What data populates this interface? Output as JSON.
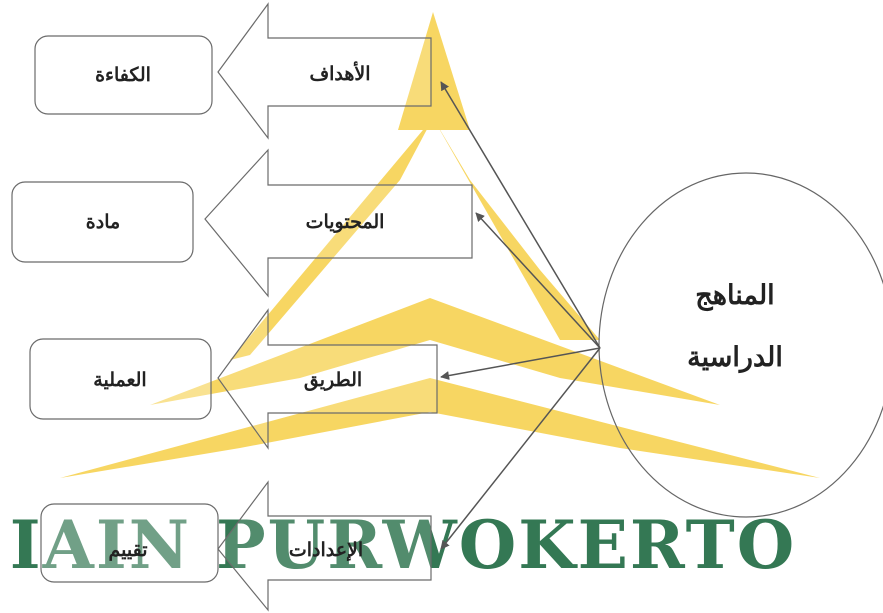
{
  "watermark": {
    "text": "IAIN PURWOKERTO",
    "logo_color": "#f6cf47",
    "text_color": "#1f6a42"
  },
  "center": {
    "line1": "المناهج",
    "line2": "الدراسية"
  },
  "rows": [
    {
      "arrow_label": "الأهداف",
      "box_label": "الكفاءة"
    },
    {
      "arrow_label": "المحتويات",
      "box_label": "مادة"
    },
    {
      "arrow_label": "الطريق",
      "box_label": "العملية"
    },
    {
      "arrow_label": "الإعدادات",
      "box_label": "تقييم"
    }
  ],
  "colors": {
    "outline": "#6b6b6b",
    "connector": "#555555",
    "text": "#222222"
  }
}
